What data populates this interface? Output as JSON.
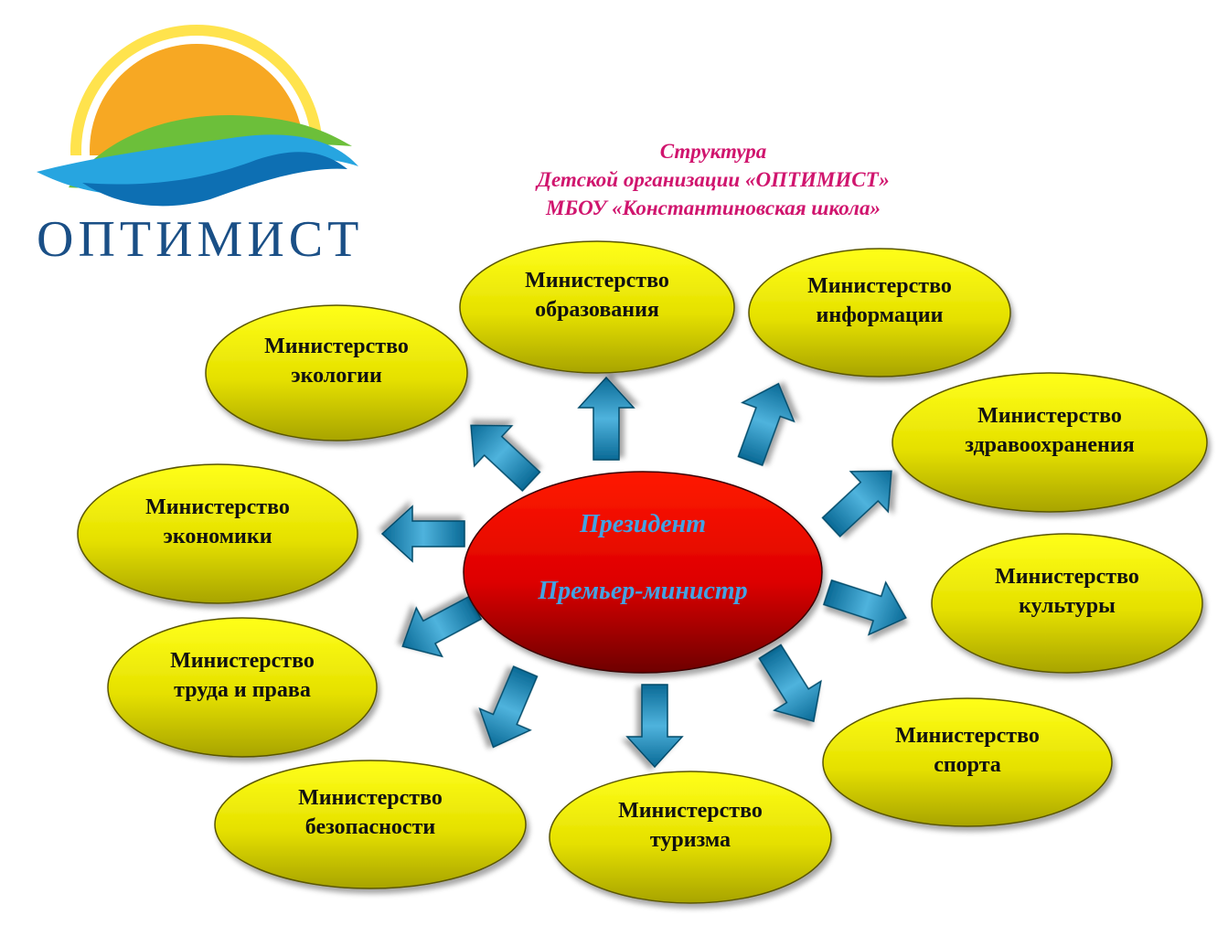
{
  "logo": {
    "text": "ОПТИМИСТ",
    "colors": {
      "sun": "#f7a823",
      "sun_ring": "#ffe34d",
      "hill": "#6cbf3a",
      "wave": "#27a5e0",
      "text": "#1a4f86"
    }
  },
  "title": {
    "line1": "Структура",
    "line2": "Детской организации «ОПТИМИСТ»",
    "line3": "МБОУ «Константиновская школа»"
  },
  "center": {
    "line1": "Президент",
    "line2": "Премьер-министр"
  },
  "ministries": [
    {
      "line1": "Министерство",
      "line2": "образования"
    },
    {
      "line1": "Министерство",
      "line2": "информации"
    },
    {
      "line1": "Министерство",
      "line2": "здравоохранения"
    },
    {
      "line1": "Министерство",
      "line2": "культуры"
    },
    {
      "line1": "Министерство",
      "line2": "спорта"
    },
    {
      "line1": "Министерство",
      "line2": "туризма"
    },
    {
      "line1": "Министерство",
      "line2": "безопасности"
    },
    {
      "line1": "Министерство",
      "line2": "труда и права"
    },
    {
      "line1": "Министерство",
      "line2": "экономики"
    },
    {
      "line1": "Министерство",
      "line2": "экологии"
    }
  ],
  "colors": {
    "ministry_fill_top": "#ffff1a",
    "ministry_fill_bottom": "#a8a400",
    "center_fill_top": "#ff1a00",
    "center_fill_bottom": "#6e0000",
    "arrow_light": "#4fb3dd",
    "arrow_dark": "#0a6a96",
    "title": "#d0156e",
    "center_text": "#43a3e3"
  }
}
